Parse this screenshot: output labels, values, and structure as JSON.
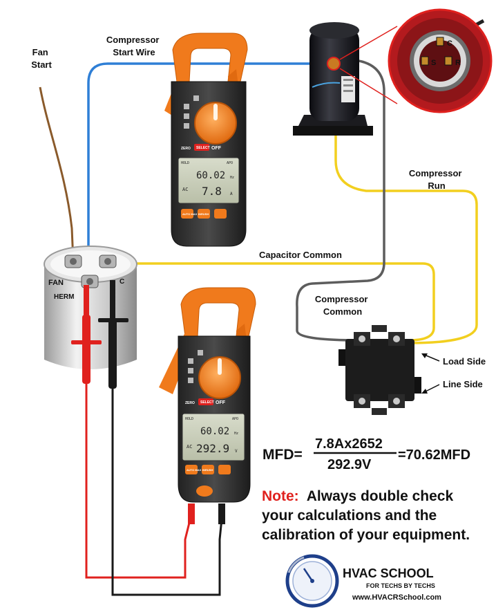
{
  "labels": {
    "fan_start": [
      "Fan",
      "Start"
    ],
    "compressor_start_wire": [
      "Compressor",
      "Start Wire"
    ],
    "compressor_run": [
      "Compressor",
      "Run"
    ],
    "capacitor_common": "Capacitor Common",
    "compressor_common": [
      "Compressor",
      "Common"
    ],
    "load_side": "Load Side",
    "line_side": "Line Side"
  },
  "capacitor": {
    "fan": "FAN",
    "herm": "HERM",
    "c": "C"
  },
  "terminals": {
    "c": "C",
    "s": "S",
    "r": "R"
  },
  "meter_top": {
    "reading1": "60.02",
    "reading1_unit": "Hz",
    "mode": "AC",
    "reading2": "7.8",
    "reading2_unit": "A",
    "apo": "APO",
    "hold": "HOLD",
    "zero": "ZERO",
    "select": "SELECT",
    "off": "OFF",
    "btn_left": "AUTO MAX",
    "btn_right": "INRUSH"
  },
  "meter_bottom": {
    "reading1": "60.02",
    "reading1_unit": "Hz",
    "mode": "AC",
    "reading2": "292.9",
    "reading2_unit": "V",
    "apo": "APO",
    "hold": "HOLD",
    "zero": "ZERO",
    "select": "SELECT",
    "off": "OFF",
    "btn_left": "AUTO MAX",
    "btn_right": "INRUSH"
  },
  "formula": {
    "prefix": "MFD=",
    "numerator": "7.8Ax2652",
    "denominator": "292.9V",
    "result": "=70.62MFD"
  },
  "note": {
    "label": "Note:",
    "line1": "Always double check",
    "line2": "your calculations and the",
    "line3": "calibration of your equipment."
  },
  "logo": {
    "title": "HVAC SCHOOL",
    "tagline": "FOR TECHS BY TECHS",
    "url": "www.HVACRSchool.com"
  },
  "colors": {
    "blue_wire": "#2f7fd6",
    "brown_wire": "#8a5a2b",
    "yellow_wire": "#f2cf1f",
    "gray_wire": "#5a5a5a",
    "red_lead": "#e0211e",
    "black_lead": "#1a1a1a",
    "meter_orange": "#f07a1c",
    "note_red": "#e0211e",
    "logo_blue": "#1e3f8a"
  }
}
